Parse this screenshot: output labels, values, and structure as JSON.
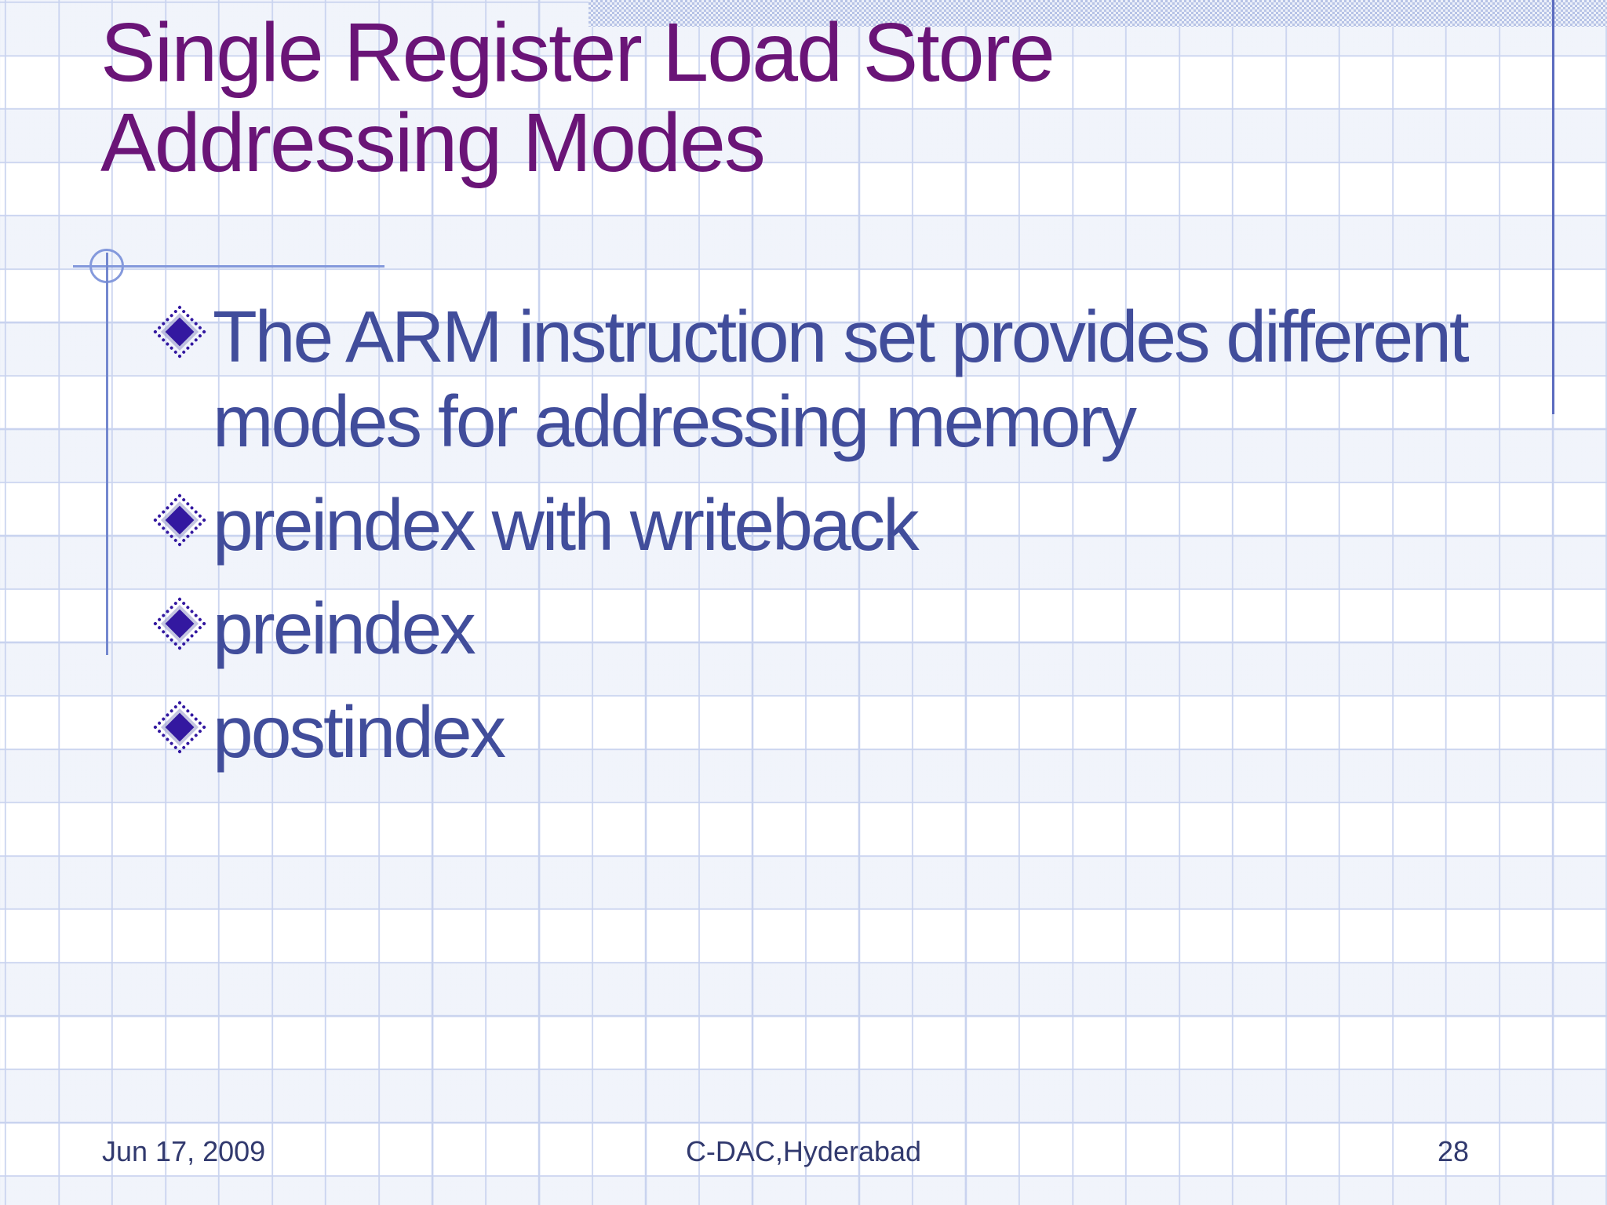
{
  "slide": {
    "title": "Single Register Load Store\nAddressing Modes",
    "bullets": [
      {
        "lines": [
          "The ARM instruction set provides different",
          "modes for addressing memory"
        ]
      },
      {
        "lines": [
          "preindex with writeback"
        ]
      },
      {
        "lines": [
          "preindex"
        ]
      },
      {
        "lines": [
          "postindex"
        ]
      }
    ],
    "footer": {
      "date": "Jun 17, 2009",
      "org": "C-DAC,Hyderabad",
      "page": "28"
    },
    "colors": {
      "title": "#6a1477",
      "body_text": "#414d9b",
      "bullet_diamond": "#3318a0",
      "accent_line": "#8499dc",
      "right_accent": "#5b6bbf",
      "grid_line": "#c9d3ef",
      "footer_text": "#31396e"
    }
  }
}
